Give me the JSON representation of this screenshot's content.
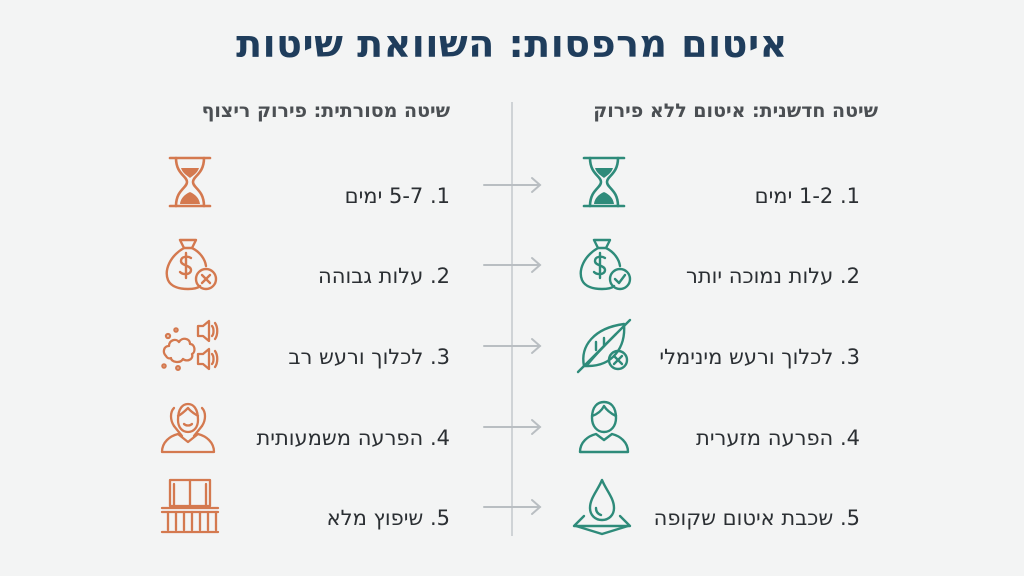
{
  "title": "איטום מרפסות: השוואת שיטות",
  "columns": {
    "modern": {
      "header": "שיטה חדשנית: איטום ללא פירוק",
      "items": [
        {
          "label": "1. 1-2 ימים",
          "icon": "hourglass-icon"
        },
        {
          "label": "2. עלות נמוכה יותר",
          "icon": "money-bag-check-icon"
        },
        {
          "label": "3. לכלוך ורעש מינימלי",
          "icon": "leaf-slash-icon"
        },
        {
          "label": "4. הפרעה מזערית",
          "icon": "person-icon"
        },
        {
          "label": "5. שכבת איטום שקופה",
          "icon": "water-drop-icon"
        }
      ]
    },
    "traditional": {
      "header": "שיטה מסורתית: פירוק ריצוף",
      "items": [
        {
          "label": "1. 5-7 ימים",
          "icon": "hourglass-icon"
        },
        {
          "label": "2. עלות גבוהה",
          "icon": "money-bag-x-icon"
        },
        {
          "label": "3. לכלוך ורעש רב",
          "icon": "dust-noise-icon"
        },
        {
          "label": "4. הפרעה משמעותית",
          "icon": "stressed-person-icon"
        },
        {
          "label": "5. שיפוץ מלא",
          "icon": "balcony-icon"
        }
      ]
    }
  },
  "colors": {
    "title": "#1f3d5c",
    "modern_accent": "#2e8b7a",
    "traditional_accent": "#d4794f",
    "divider": "#cfd3d6",
    "arrow": "#b9bec2"
  }
}
